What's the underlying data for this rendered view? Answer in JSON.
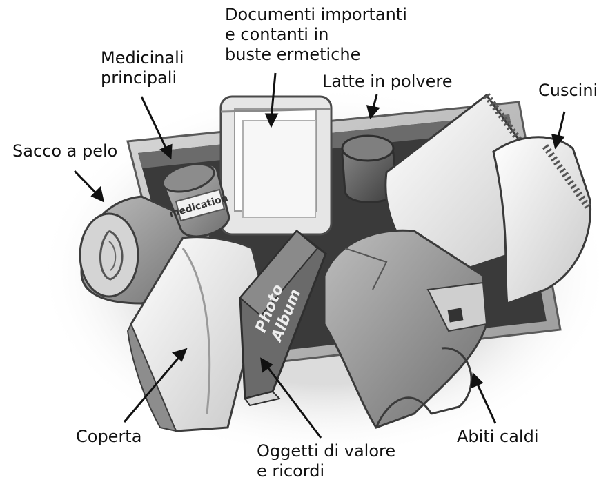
{
  "labels": {
    "documents": "Documenti importanti\ne contanti in\nbuste ermetiche",
    "medicines": "Medicinali\nprincipali",
    "milk": "Latte in polvere",
    "pillows": "Cuscini",
    "sleeping_bag": "Sacco a pelo",
    "blanket": "Coperta",
    "valuables": "Oggetti di valore\ne ricordi",
    "clothes": "Abiti caldi"
  },
  "item_text": {
    "medication": "medication",
    "album": "Photo\nAlbum"
  }
}
